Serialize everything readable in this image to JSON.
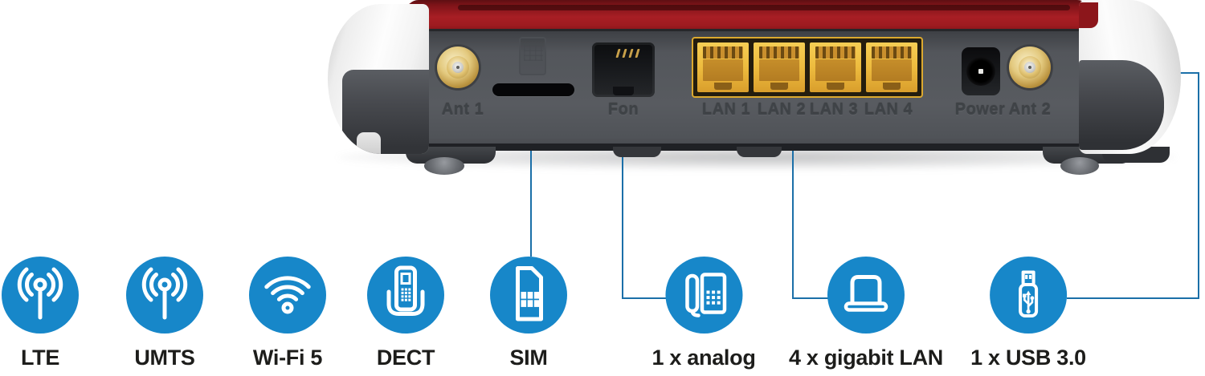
{
  "router": {
    "port_labels": {
      "ant1": "Ant 1",
      "fon": "Fon",
      "lan1": "LAN 1",
      "lan2": "LAN 2",
      "lan3": "LAN 3",
      "lan4": "LAN 4",
      "power": "Power",
      "ant2": "Ant 2"
    }
  },
  "features": [
    {
      "label": "LTE",
      "icon": "cellular-antenna-icon"
    },
    {
      "label": "UMTS",
      "icon": "cellular-antenna-icon"
    },
    {
      "label": "Wi-Fi 5",
      "icon": "wifi-icon"
    },
    {
      "label": "DECT",
      "icon": "cordless-phone-icon"
    },
    {
      "label": "SIM",
      "icon": "sim-card-icon"
    },
    {
      "label": "1 x analog",
      "icon": "desk-phone-icon"
    },
    {
      "label": "4 x gigabit LAN",
      "icon": "laptop-icon"
    },
    {
      "label": "1 x USB 3.0",
      "icon": "usb-stick-icon"
    }
  ],
  "colors": {
    "accent_blue": "#1787c9",
    "connector_line": "#1b6fa8",
    "panel_red": "#a31e23",
    "body_gray": "#54575c",
    "lan_yellow": "#eebc40",
    "gold": "#d7b85f",
    "label_text": "#1d1d1b",
    "port_label_text": "#3f4347"
  }
}
